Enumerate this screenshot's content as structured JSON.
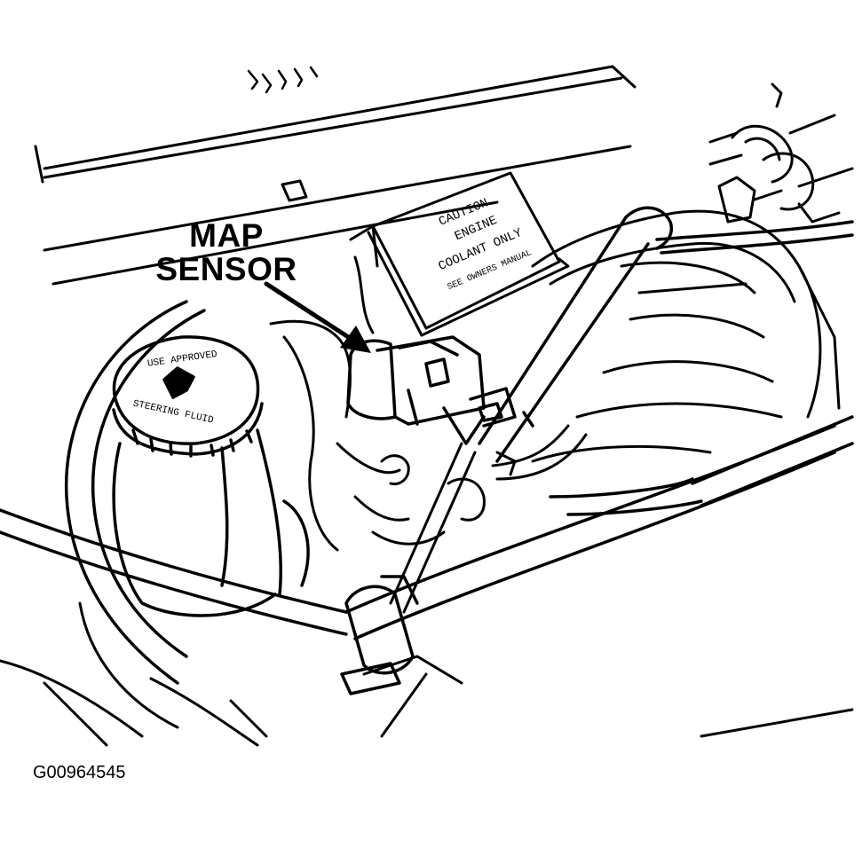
{
  "callout": {
    "line1": "MAP",
    "line2": "SENSOR"
  },
  "figure_id": "G00964545",
  "cap_text": {
    "upper": "USE APPROVED",
    "lower": "STEERING FLUID"
  },
  "label_text": {
    "line1": "CAUTION",
    "line2": "ENGINE",
    "line3": "COOLANT ONLY",
    "line4": "SEE OWNERS MANUAL"
  },
  "colors": {
    "ink": "#000000",
    "paper": "#ffffff"
  }
}
